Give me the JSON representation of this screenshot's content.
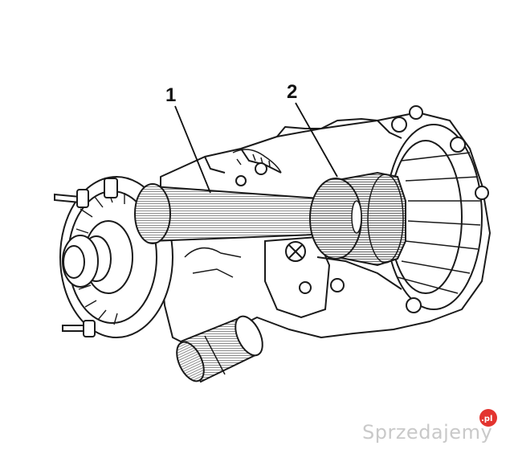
{
  "callouts": [
    {
      "label": "1"
    },
    {
      "label": "2"
    }
  ],
  "watermark": {
    "text": "Sprzedajemy",
    "badge": ".pl",
    "badge_color": "#e3342f"
  },
  "colors": {
    "line": "#1a1a1a",
    "hatch": "#9a9a9a",
    "background": "#ffffff"
  }
}
